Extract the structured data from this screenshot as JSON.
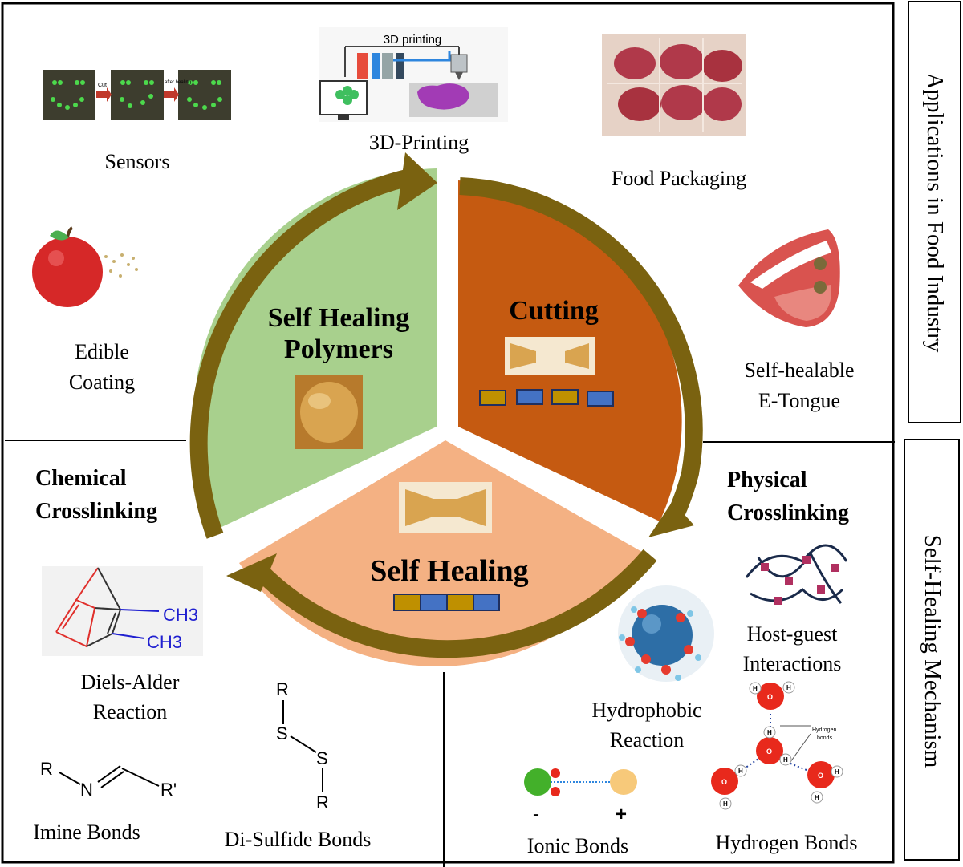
{
  "side_labels": {
    "applications": "Applications in Food Industry",
    "mechanism": "Self-Healing Mechanism"
  },
  "cycle": {
    "polymers": [
      "Self Healing",
      "Polymers"
    ],
    "cutting": "Cutting",
    "healing": "Self Healing"
  },
  "applications": {
    "sensors": "Sensors",
    "printing": "3D-Printing",
    "printing_inset": "3D printing",
    "sensor_arrow_1": "Cut",
    "sensor_arrow_2": "after healing",
    "packaging": "Food Packaging",
    "coating": [
      "Edible",
      "Coating"
    ],
    "etongue": [
      "Self-healable",
      "E-Tongue"
    ]
  },
  "chemical": {
    "heading": [
      "Chemical",
      "Crosslinking"
    ],
    "diels_alder": [
      "Diels-Alder",
      "Reaction"
    ],
    "imine": "Imine Bonds",
    "disulfide": "Di-Sulfide Bonds",
    "ch3": "CH3",
    "imine_atoms": {
      "r": "R",
      "n": "N",
      "r2": "R'"
    },
    "disulfide_atoms": {
      "r": "R",
      "s": "S"
    }
  },
  "physical": {
    "heading": [
      "Physical",
      "Crosslinking"
    ],
    "host_guest": [
      "Host-guest",
      "Interactions"
    ],
    "hydrophobic": [
      "Hydrophobic",
      "Reaction"
    ],
    "ionic": "Ionic Bonds",
    "hydrogen": "Hydrogen Bonds",
    "hydrogen_inset": [
      "Hydrogen",
      "bonds"
    ],
    "ionic_signs": {
      "minus": "-",
      "plus": "+"
    },
    "atoms": {
      "h": "H",
      "o": "O"
    }
  },
  "colors": {
    "arrow": "#7a6210",
    "green": "#a8d08d",
    "orange": "#c55a11",
    "peach": "#f4b183",
    "gel": "#d9a450",
    "block_gold": "#bf9000",
    "block_blue": "#4472c4"
  }
}
